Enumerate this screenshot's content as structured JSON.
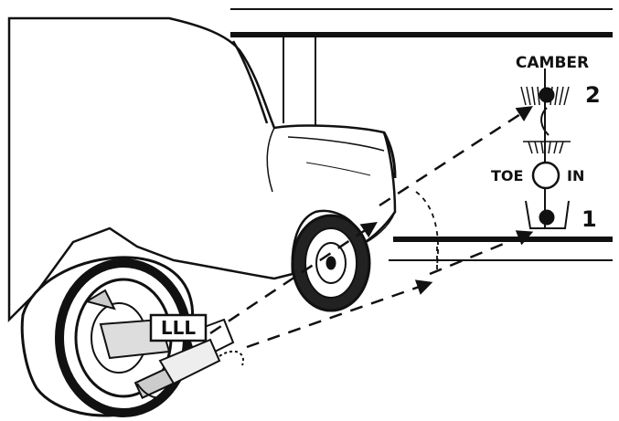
{
  "diagram": {
    "labels": {
      "camber": "CAMBER",
      "toe": "TOE",
      "in": "IN",
      "marker_2": "2",
      "marker_1": "1",
      "plate": "LLL"
    },
    "colors": {
      "ink": "#111111",
      "background": "#ffffff"
    }
  }
}
